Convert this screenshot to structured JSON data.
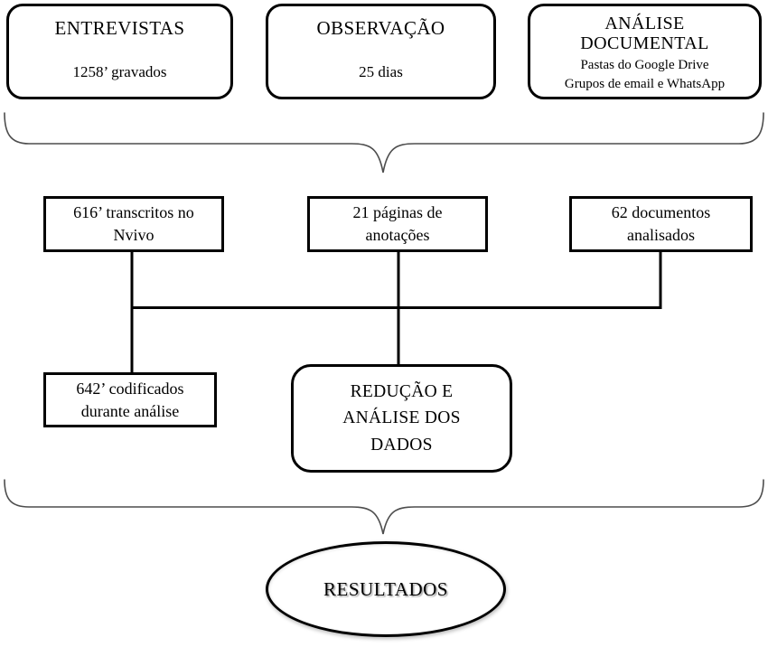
{
  "colors": {
    "box_border": "#000000",
    "connector": "#000000",
    "brace": "#4d4d4d",
    "background": "#ffffff"
  },
  "sources": [
    {
      "title": "ENTREVISTAS",
      "detail": "1258’ gravados"
    },
    {
      "title": "OBSERVAÇÃO",
      "detail": "25 dias"
    },
    {
      "title": "ANÁLISE DOCUMENTAL",
      "detail_lines": [
        "Pastas do Google Drive",
        "Grupos de email e WhatsApp"
      ]
    }
  ],
  "processed": [
    {
      "lines": [
        "616’ transcritos no",
        "Nvivo"
      ]
    },
    {
      "lines": [
        "21 páginas de",
        "anotações"
      ]
    },
    {
      "lines": [
        "62 documentos",
        "analisados"
      ]
    }
  ],
  "coding": {
    "lines": [
      "642’ codificados",
      "durante análise"
    ]
  },
  "reduction": {
    "lines": [
      "REDUÇÃO E",
      "ANÁLISE DOS",
      "DADOS"
    ]
  },
  "result": {
    "label": "RESULTADOS"
  }
}
